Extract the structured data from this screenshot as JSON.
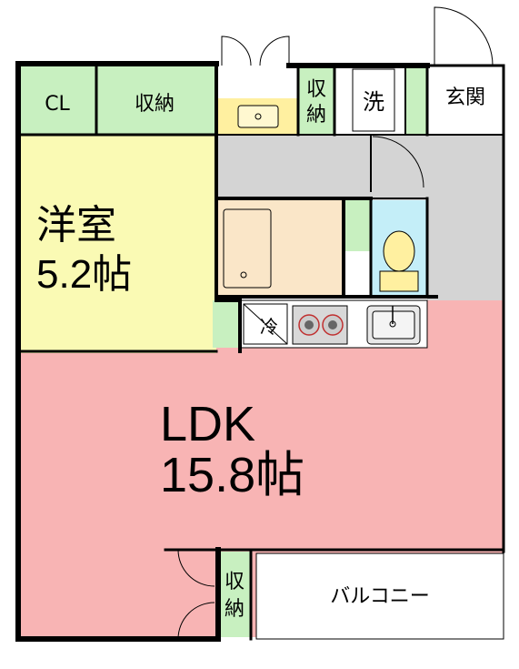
{
  "rooms": {
    "closet": {
      "label": "CL"
    },
    "storage_top": {
      "label": "収納"
    },
    "storage_mid_line1": {
      "label": "収"
    },
    "storage_mid_line2": {
      "label": "納"
    },
    "laundry": {
      "label": "洗"
    },
    "entrance": {
      "label": "玄関"
    },
    "western_room": {
      "name": "洋室",
      "size": "5.2帖"
    },
    "fridge": {
      "label": "冷"
    },
    "ldk": {
      "name": "LDK",
      "size": "15.8帖"
    },
    "storage_bottom_line1": {
      "label": "収"
    },
    "storage_bottom_line2": {
      "label": "納"
    },
    "balcony": {
      "label": "バルコニー"
    }
  },
  "colors": {
    "wall": "#000000",
    "storage_green": "#c8f0c0",
    "western_yellow": "#fafab4",
    "ldk_pink": "#f8b4b4",
    "corridor_gray": "#d4d4d4",
    "bath_beige": "#fae6c8",
    "toilet_blue": "#c4eef8",
    "vanity_yellow": "#fff0a0"
  }
}
